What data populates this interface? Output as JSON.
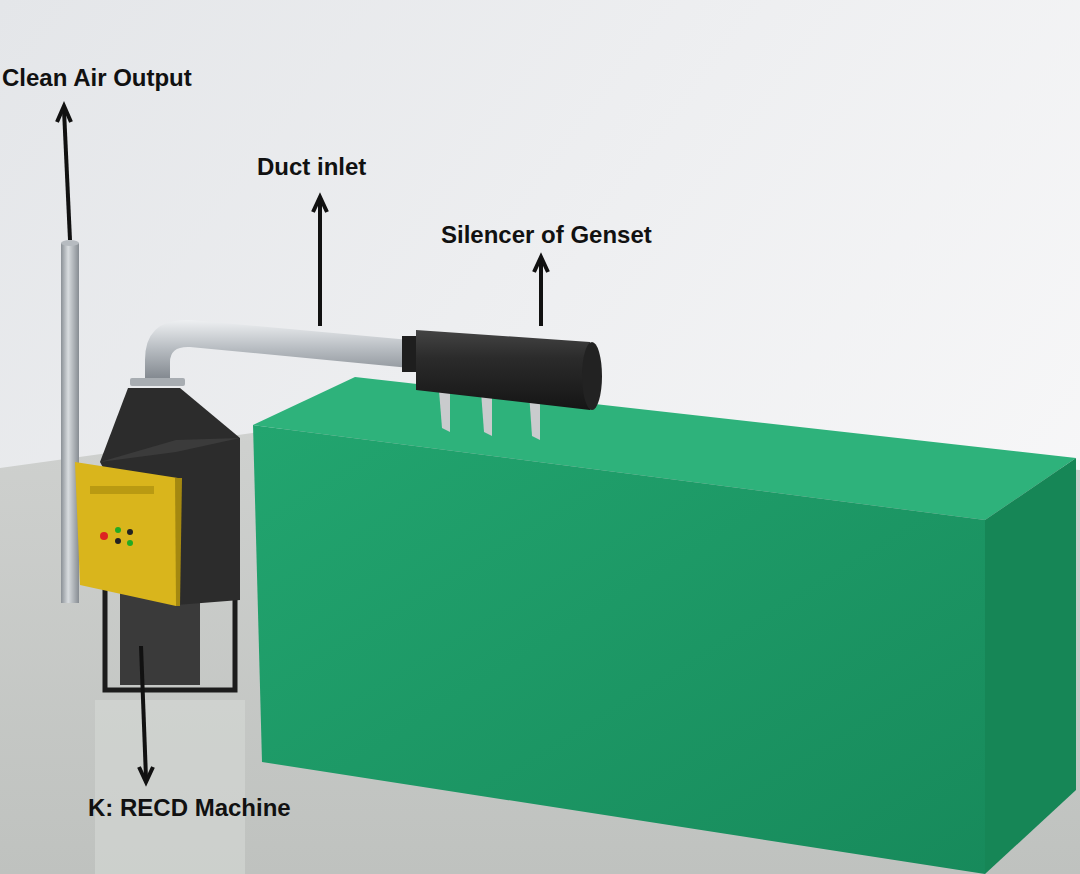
{
  "diagram": {
    "labels": [
      "Clean Air Output",
      "Duct inlet",
      "Silencer of Genset",
      "K: RECD Machine"
    ]
  }
}
